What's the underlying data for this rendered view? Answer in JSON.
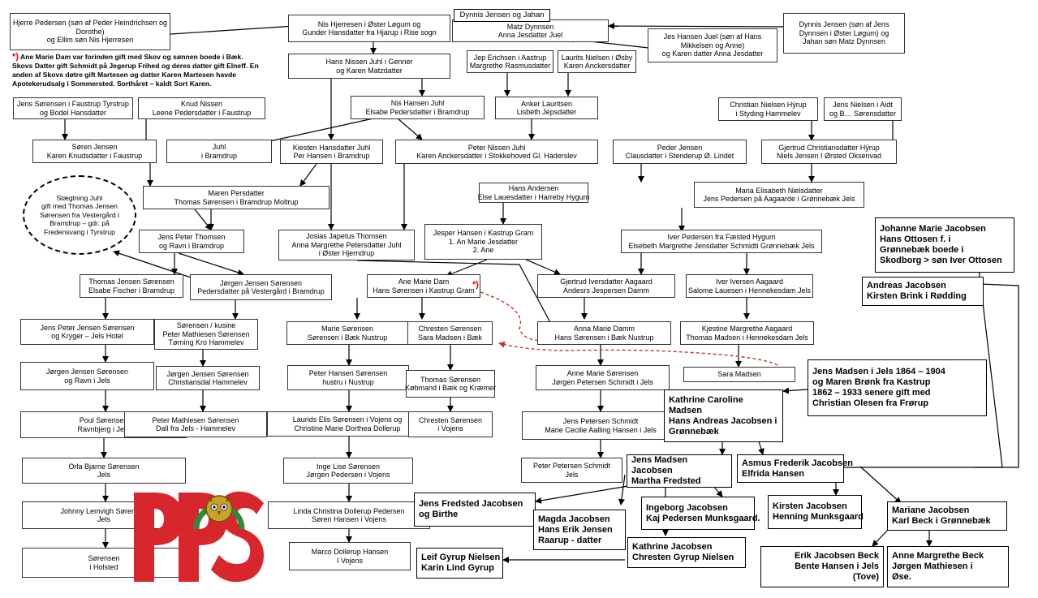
{
  "header": {
    "label": "Dynnis Jensen og Jahan"
  },
  "note": {
    "star": "*)",
    "text": "Ane Marie Dam var forinden gift med Skov og sønnen boede i Bæk. Skovs Datter gift Schmidt på Jegerup Frihed og deres datter gift Elneff. En anden af Skovs døtre gift Martesen og datter Karen Martesen havde Apotekerudsalg i Sommersted. Sorthåret – kaldt Sort Karen."
  },
  "star_mark": "*)",
  "oval": {
    "lines": [
      "Slægtning Juhl",
      "gift med Thomas Jensen",
      "Sørensen fra Vestergård i",
      "Bramdrup – gdr. på",
      "Fredensvang i Tyrstrup"
    ]
  },
  "boxes": [
    {
      "id": "b1",
      "lines": [
        "Hjerre Pedersen (søn af Peder Heindrichsen og",
        "Dorothe)",
        "og Ellim søn Nis Hjerresen"
      ]
    },
    {
      "id": "b2",
      "lines": [
        "Nis Hjerresen i Øster Løgum og",
        "Gunder Hansdatter fra Hjarup i Rise sogn"
      ]
    },
    {
      "id": "b3",
      "lines": [
        "Matz Dynnsen",
        "Anna Jesdatter Juel"
      ]
    },
    {
      "id": "b4",
      "lines": [
        "Dynnis Jensen (søn af Jens",
        "Dynnsen  i Øster Løgum) og",
        "Jahan søn Matz Dynnsen"
      ]
    },
    {
      "id": "b5",
      "lines": [
        "Jes Hansen Juel (søn af Hans",
        "Mikkelsen og Anne)",
        "og Karen datter Anna Jesdatter"
      ]
    },
    {
      "id": "b6",
      "lines": [
        "Hans Nissen  Juhl i Genner",
        "og Karen Matzdatter"
      ]
    },
    {
      "id": "b7",
      "lines": [
        "Jep Erichsen i Aastrup",
        "Margrethe Rasmusdatter"
      ]
    },
    {
      "id": "b8",
      "lines": [
        "Laurits Nielsen i Øsby",
        "Karen Anckersdatter"
      ]
    },
    {
      "id": "b9",
      "lines": [
        "Jens Sørensen i Faustrup Tyrstrup",
        "og Bodel Hansdatter"
      ]
    },
    {
      "id": "b10",
      "lines": [
        "Knud Nissen",
        "Leene Pedersdatter  i Faustrup"
      ]
    },
    {
      "id": "b11",
      "lines": [
        "Nis Hansen Juhl",
        "Elsabe Pedersdatter i Bramdrup"
      ]
    },
    {
      "id": "b12",
      "lines": [
        "Anker Lauritsen",
        "Lisbeth Jepsdatter"
      ]
    },
    {
      "id": "b13",
      "lines": [
        "Christian Nielsen Hÿrup",
        "i Styding Hammelev"
      ]
    },
    {
      "id": "b14",
      "lines": [
        "Jens Nielsen i Aidt",
        "og B… Sørensdatter"
      ]
    },
    {
      "id": "b15",
      "lines": [
        "Søren Jensen",
        "Karen Knudsdatter i Faustrup"
      ]
    },
    {
      "id": "b16",
      "lines": [
        "Juhl",
        "i Bramdrup"
      ]
    },
    {
      "id": "b17",
      "lines": [
        "Kiesten Hansdatter Juhl",
        "Per Hansen i Bramdrup"
      ]
    },
    {
      "id": "b18",
      "lines": [
        "Peter Nissen Juhl",
        "Karen Anckersdatter i Stokkehoved Gl. Haderslev"
      ]
    },
    {
      "id": "b19",
      "lines": [
        "Peder Jensen",
        "Clausdatter i Stenderup Ø. Lindet"
      ]
    },
    {
      "id": "b20",
      "lines": [
        "Gjertrud Christiansdatter Hÿrup",
        "Niels Jensen I Ørsted Oksenvad"
      ]
    },
    {
      "id": "b21",
      "lines": [
        "Maren Persdatter",
        "Thomas Sørensen i Bramdrup Moltrup"
      ]
    },
    {
      "id": "b22",
      "lines": [
        "Hans Andersen",
        "Else Lauesdatter i Harreby Hygum"
      ]
    },
    {
      "id": "b23",
      "lines": [
        "Maria Elisabeth Nielsdatter",
        "Jens Pedersen på Aagaarde i Grønnebæk Jels"
      ]
    },
    {
      "id": "b24",
      "lines": [
        "Jens Peter Thomsen",
        "og Ravn i Bramdrup"
      ]
    },
    {
      "id": "b25",
      "lines": [
        "Josias Japetus Thomsen",
        "Anna Margrethe Petersdatter Juhl",
        "i Øster Hjerndrup"
      ]
    },
    {
      "id": "b26",
      "lines": [
        "Jesper Hansen i Kastrup Gram",
        "1. An Marie Jesdatter",
        "2. Ane"
      ]
    },
    {
      "id": "b27",
      "lines": [
        "Iver Pedersen fra Fæsted Hygum",
        "Elsebeth Margrethe Jensdatter  Schmidti Grønnebæk Jels"
      ]
    },
    {
      "id": "b28",
      "lines": [
        "Thomas Jensen Sørensen",
        "Elsabe Fischer i Bramdrup"
      ]
    },
    {
      "id": "b29",
      "lines": [
        "Jørgen Jensen Sørensen",
        "Pedersdatter på Vestergård i Bramdrup"
      ]
    },
    {
      "id": "b30",
      "lines": [
        "Ane Marie Dam",
        "Hans Sørensen i Kastrup Gram"
      ]
    },
    {
      "id": "b31",
      "lines": [
        "Gjertrud Iversdatter Aagaard",
        "Andesrs Jespersen Damm"
      ]
    },
    {
      "id": "b32",
      "lines": [
        "Iver Iversen Aagaard",
        "Salome Lauesen i Hennekesdam Jels"
      ]
    },
    {
      "id": "b33",
      "lines": [
        "Jens Peter  Jensen Sørensen",
        "og Kryger – Jels Hotel"
      ]
    },
    {
      "id": "b34",
      "lines": [
        "Sørensen / kusine",
        "Peter Mathiesen Sørensen",
        "Tørning Kro Hammelev"
      ]
    },
    {
      "id": "b35",
      "lines": [
        "Marie Sørensen",
        "Sørensen i Bæk Nustrup"
      ]
    },
    {
      "id": "b36",
      "lines": [
        "Chresten Sørensen",
        "Sara Madsen i Bæk"
      ]
    },
    {
      "id": "b37",
      "lines": [
        "Anna Marie Damm",
        "Hans Sørensen i Bæk Nustrup"
      ]
    },
    {
      "id": "b38",
      "lines": [
        "Kjestine Margrethe Aagaard",
        "Thomas Madsen i Hennekesdam Jels"
      ]
    },
    {
      "id": "b39",
      "lines": [
        "Jørgen Jensen Sørensen",
        "og Ravn i Jels"
      ]
    },
    {
      "id": "b40",
      "lines": [
        "Jørgen Jensen Sørensen",
        "Christiansdal Hammelev"
      ]
    },
    {
      "id": "b41",
      "lines": [
        "Peter Hansen Sørensen",
        "hustru i Nustrup"
      ]
    },
    {
      "id": "b42",
      "lines": [
        "Thomas Sørensen",
        "Købmand i Bæk og Kræmer"
      ]
    },
    {
      "id": "b43",
      "lines": [
        "Anne Marie Sørensen",
        "Jørgen Petersen Schmidt i Jels"
      ]
    },
    {
      "id": "b44",
      "lines": [
        "Sara Madsen"
      ]
    },
    {
      "id": "b45",
      "lines": [
        "Poul Sørensen",
        "Ravnbjerg i Jels"
      ]
    },
    {
      "id": "b46",
      "lines": [
        "Peter Mathiesen Sørensen",
        "Dall fra Jels - Hammelev"
      ]
    },
    {
      "id": "b47",
      "lines": [
        "Laurids  Elis Sørensen i Vojens og",
        "Christine Marie Dorthea Dollerup"
      ]
    },
    {
      "id": "b48",
      "lines": [
        "Chresten Sørensen",
        "i Vojens"
      ]
    },
    {
      "id": "b49",
      "lines": [
        "Jens Petersen Schmidt",
        "Marie Cecilie Aalling Hansen i Jels"
      ]
    },
    {
      "id": "b50",
      "lines": [
        "Orla Bjarne Sørensen",
        "Jels"
      ]
    },
    {
      "id": "b51",
      "lines": [
        "Inge Lise Sørensen",
        "Jørgen Pedersen i Vojens"
      ]
    },
    {
      "id": "b52",
      "lines": [
        "Peter Petersen Schmidt",
        "Jels"
      ]
    },
    {
      "id": "b53",
      "lines": [
        "Johnny Lemvigh Sørensen",
        "Jels"
      ]
    },
    {
      "id": "b54",
      "lines": [
        "Linda Christina Dollerup Pedersen",
        "Søren Hansen i Vojens"
      ]
    },
    {
      "id": "b55",
      "lines": [
        "Marco Dollerup Hansen",
        "I Vojens"
      ]
    },
    {
      "id": "b56",
      "lines": [
        "Sørensen",
        "i Holsted"
      ]
    },
    {
      "id": "g1",
      "lines": [
        "Johanne Marie Jacobsen",
        "Hans Ottosen f. i",
        "Grønnebæk boede i",
        "Skodborg > søn Iver Ottosen"
      ]
    },
    {
      "id": "g2",
      "lines": [
        "Andreas Jacobsen",
        "Kirsten Brink i Rødding"
      ]
    },
    {
      "id": "g3",
      "lines": [
        "Jens Madsen i Jels 1864 – 1904",
        "og Maren Brønk fra Kastrup",
        "1862 – 1933 senere gift med",
        "Christian Olesen fra Frørup"
      ]
    },
    {
      "id": "g4",
      "lines": [
        "Kathrine Caroline",
        "Madsen",
        "Hans Andreas Jacobsen i",
        "Grønnebæk"
      ]
    },
    {
      "id": "g5",
      "lines": [
        "Jens Madsen",
        "Jacobsen",
        "Martha Fredsted"
      ]
    },
    {
      "id": "g6",
      "lines": [
        "Asmus Frederik Jacobsen",
        "Elfrida Hansen"
      ]
    },
    {
      "id": "g7",
      "lines": [
        "Jens Fredsted Jacobsen",
        "og Birthe"
      ]
    },
    {
      "id": "g8",
      "lines": [
        "Ingeborg Jacobsen",
        "Kaj Pedersen Munksgaard."
      ]
    },
    {
      "id": "g9",
      "lines": [
        "Kirsten Jacobsen",
        "Henning Munksgaard"
      ]
    },
    {
      "id": "g10",
      "lines": [
        "Mariane Jacobsen",
        "Karl Beck i Grønnebæk"
      ]
    },
    {
      "id": "g11",
      "lines": [
        "Magda Jacobsen",
        "Hans Erik Jensen",
        "Raarup - datter"
      ]
    },
    {
      "id": "g12",
      "lines": [
        "Kathrine Jacobsen",
        "Chresten Gyrup Nielsen"
      ]
    },
    {
      "id": "g13",
      "lines": [
        "Leif Gyrup Nielsen",
        "Karin Lind Gyrup"
      ]
    },
    {
      "id": "g14",
      "lines": [
        "Erik Jacobsen Beck",
        "Bente Hansen i Jels",
        "(Tove)"
      ]
    },
    {
      "id": "g15",
      "lines": [
        "Anne Margrethe Beck",
        "Jørgen Mathiesen i",
        "Øse."
      ]
    }
  ],
  "logo": {
    "letters": "PPS",
    "color": "#d7262c",
    "accent": "#2e8b3a"
  }
}
